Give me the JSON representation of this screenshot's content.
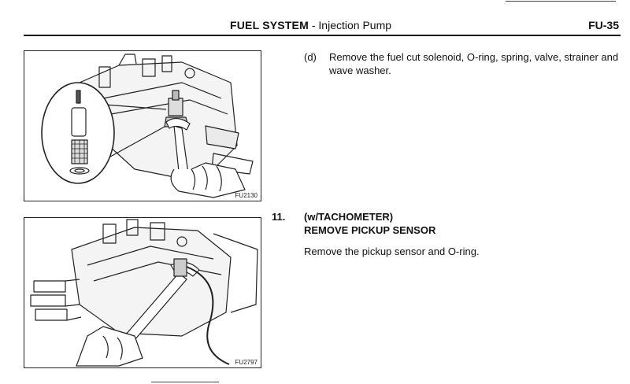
{
  "header": {
    "section": "FUEL SYSTEM",
    "separator": " - ",
    "subsection": "Injection Pump",
    "page": "FU-35"
  },
  "figures": [
    {
      "id": "FU2130"
    },
    {
      "id": "FU2797"
    }
  ],
  "steps": [
    {
      "letter": "(d)",
      "text": "Remove the fuel cut solenoid, O-ring, spring, valve, strainer and wave washer."
    },
    {
      "number": "11.",
      "heading_line1": "(w/TACHOMETER)",
      "heading_line2": "REMOVE PICKUP SENSOR",
      "text": "Remove the pickup sensor and O-ring."
    }
  ]
}
